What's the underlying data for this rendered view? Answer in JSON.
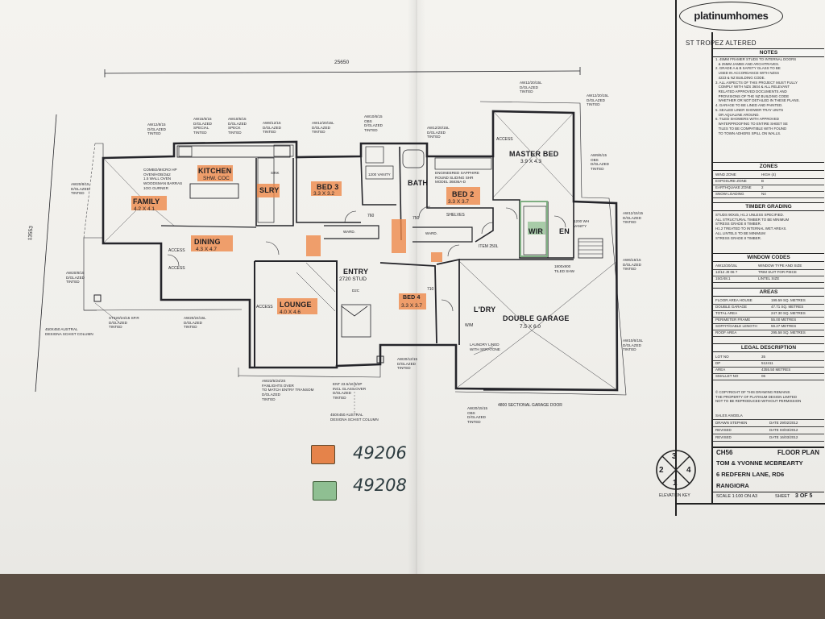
{
  "title_block": {
    "logo_text": "platinumhomes",
    "plan_name": "ST TROPEZ ALTERED",
    "notes_heading": "NOTES",
    "notes": "1. 45MM FRAMER STUDS TO INTERNAL DOORS\n   & 25MM JAMBS AND ARCHITRAVES.\n2. GRADE A & B SAFETY GLASS TO BE\n   USED IN ACCORDANCE WITH NZSS\n   4223 & NZ BUILDING CODE.\n3. ALL ASPECTS OF THIS PROJECT MUST FULLY\n   COMPLY WITH NZS 3604 & ALL RELEVANT\n   RELATED APPROVED DOCUMENTS AND\n   PROVISIONS OF THE NZ BUILDING CODE\n   WHETHER OR NOT DETAILED IN THESE PLANS.\n4. GARAGE TO BE LINED AND PAINTED.\n5. SEALED LINER SHOWER TRAY UNITS\n   OR AQUALINE AROUND.\n6. TILED SHOWERS WITH APPROVED\n   WATERPROOFING TO ENTIRE SHEET SE\n   TILES TO BE COMPATIBLE WITH FOUND\n   TO TOWN ADHERS SPILL ON WALLS.",
    "zones_heading": "ZONES",
    "zones": [
      {
        "label": "WIND ZONE",
        "value": "HIGH (4)"
      },
      {
        "label": "EXPOSURE ZONE",
        "value": "B"
      },
      {
        "label": "EARTHQUAKE ZONE",
        "value": "2"
      },
      {
        "label": "SNOW LOADING",
        "value": "N4"
      }
    ],
    "timber_heading": "TIMBER GRADING",
    "timber": "STUDS 90X45, H1.2 UNLESS SPECIFIED.\nALL STRUCTURAL TIMBER TO BE MINIMUM\nSTRESS GRADE 8 TIMBER.\nH1.2 TREATED TO INTERNAL WET AREAS.\nALL LINTELS TO BE MINIMUM\nSTRESS GRADE 8 TIMBER.",
    "window_heading": "WINDOW CODES",
    "window_codes": [
      {
        "code": "AW12/20/15L",
        "desc": "WINDOW TYPE AND SIZE"
      },
      {
        "code": "12/12 J0 06 ?",
        "desc": "TRIM SUIT FOR PIECE"
      },
      {
        "code": "15G/48.1",
        "desc": "LINTEL SIZE"
      }
    ],
    "areas_heading": "AREAS",
    "areas": [
      {
        "label": "FLOOR AREA HOUSE",
        "value": "199.59 SQ. METRES"
      },
      {
        "label": "DOUBLE GARAGE",
        "value": "47.71 SQ. METRES"
      },
      {
        "label": "TOTAL AREA",
        "value": "247.30 SQ. METRES"
      },
      {
        "label": "PERIMETER FRAME",
        "value": "55.00 METRES"
      },
      {
        "label": "SOFFIT/GABLE LENGTH",
        "value": "59.27 METRES"
      },
      {
        "label": "ROOF AREA",
        "value": "295.58 SQ. METRES"
      }
    ],
    "legal_heading": "LEGAL DESCRIPTION",
    "legal": [
      {
        "label": "LOT NO",
        "value": "35"
      },
      {
        "label": "DP",
        "value": "512411"
      },
      {
        "label": "AREA",
        "value": "4355.50 METRES"
      },
      {
        "label": "SMALLET NO",
        "value": "06"
      }
    ],
    "copyright": "© COPYRIGHT OF THIS DRAWING REMAINS\nTHE PROPERTY OF PLATINUM DESIGN LIMITED\nNOT TO BE REPRODUCED WITHOUT PERMISSION",
    "sales": "SALES ANGELA",
    "drawn": {
      "label": "DRAWN STEPHEN",
      "date": "DATE 29/02/2012"
    },
    "revised1": {
      "label": "REVISED",
      "date": "DATE 03/03/2012"
    },
    "revised2": {
      "label": "REVISED",
      "date": "DATE 16/03/2012"
    },
    "job_no": "CH56",
    "sheet_title": "FLOOR PLAN",
    "client": "TOM & YVONNE MCBREARTY",
    "address": "6 REDFERN LANE, RD6",
    "town": "RANGIORA",
    "scale": "SCALE 1:100 ON A3",
    "sheet_label": "SHEET",
    "sheet_no": "3 OF 5"
  },
  "plan": {
    "overall_dim": "25650",
    "side_dim": "13553",
    "rooms": [
      {
        "name": "FAMILY",
        "dim": "4.2 X 4.1"
      },
      {
        "name": "KITCHEN",
        "dim": "SHW. COC"
      },
      {
        "name": "SLRY",
        "dim": ""
      },
      {
        "name": "BED 3",
        "dim": "3.3 X 3.2"
      },
      {
        "name": "BATH",
        "dim": ""
      },
      {
        "name": "BED 2",
        "dim": "3.3 X 3.7"
      },
      {
        "name": "MASTER BED",
        "dim": "3.9 X 4.3"
      },
      {
        "name": "WIR",
        "dim": ""
      },
      {
        "name": "EN",
        "dim": ""
      },
      {
        "name": "DINING",
        "dim": "4.3 X 4.7"
      },
      {
        "name": "ENTRY",
        "dim": "2720 STUD"
      },
      {
        "name": "LOUNGE",
        "dim": "4.0 X 4.6"
      },
      {
        "name": "BED 4",
        "dim": "3.3 X 3.7"
      },
      {
        "name": "L'DRY",
        "dim": ""
      },
      {
        "name": "DOUBLE GARAGE",
        "dim": "7.5 X 6.0"
      }
    ],
    "labels": {
      "access": "ACCESS",
      "wm": "W/M",
      "vanity": "1200 VANITY",
      "shelves": "SHELVES",
      "wardrobe": "WARD.",
      "en_vanity": "1200 WH\nVANITY",
      "shower": "1800x900\nTILED SHW",
      "garage_door": "4800 SECTIONAL GARAGE DOOR",
      "laundry": "LAUNDRY LINED\nWITH SERATONE",
      "kitchen_notes": "COMBO/MICRO HP\nOVEN/HOB/2&2\n1.5 WALL OVEN\nWOODSMAN BARRAS\n1OG GURNER",
      "bath_notes": "ENGINEERED SAPPHIRE\nROUND SLIDING SHR\nMODEL 36836A-D",
      "slry_note": "SINK",
      "d_mark": "D2C",
      "item_750": "750",
      "item_710": "710",
      "item_760": "760",
      "item_250": "ITEM 250L",
      "post": "450X450 AUSTRAL\nDESIGNA SCHIST COLUMN",
      "post2": "450X450 AUSTRAL\nDESIGNA SCHIST COLUMN",
      "fanlight": "AW23/5/24/2S\nFANLIGHTS OVER\nTO MATCH ENTRY TRANSOM\nD/GLAZED\nTINTED",
      "ent": "ENT 23.5/16.8/2P\nINCL GLASS OVER\nD/GLAZED\nTINTED",
      "w_top1": "AW12/8/15\nD/GLAZED\nTINTED",
      "w_top2": "AW15/5/15\nD/GLAZED\nSPECIAL\nTINTED",
      "w_top3": "AW10/5/15\nD/GLAZED\nSPECK\nTINTED",
      "w_top4": "AW8/12/15\nD/GLAZED\nTINTED",
      "w_top5": "AW12/20/15L\nD/GLAZED\nTINTED",
      "w_top6": "AW10/6/15\nOBS\nD/GLAZED\nTINTED",
      "w_top7": "AW12/20/15L\nD/GLAZED\nTINTED",
      "w_top8": "AW12/20/15L\nD/GLAZED\nTINTED",
      "w_left": "AW20/8/15\nD/GLAZED\nTINTED",
      "w_left2": "AW20/8/15\nD/GLAZED\nTINTED",
      "w_bot1": "ST420/24/15 SP.R\nD/GLAZED\nTINTED",
      "w_bot2": "AW20/24/15L\nD/GLAZED\nTINTED",
      "w_bot3": "AW20/12/15\nD/GLAZED\nTINTED",
      "w_bot4": "AW20/15/15\nOBS\nD/GLAZED\nTINTED",
      "w_right1": "AW9/6/15\nOBS\nD/GLAZED\nTINTED",
      "w_right2": "AW12/15/15\nD/GLAZED\nTINTED",
      "w_right3": "AW6/15/15\nD/GLAZED\nTINTED",
      "w_right4": "AW10/6/15L\nD/GLAZED\nTINTED",
      "w_right5": "AW12/20/15L\nD/GLAZED\nTINTED"
    }
  },
  "legend": {
    "items": [
      {
        "code": "49206",
        "color": "#e5834a"
      },
      {
        "code": "49208",
        "color": "#8fbf92"
      }
    ]
  },
  "elevation_key": {
    "label": "ELEVATION KEY",
    "numbers": [
      "3",
      "4",
      "1",
      "2"
    ]
  },
  "colors": {
    "orange_highlight": "#ee8746",
    "green_highlight": "#8fbf92",
    "ink": "#1e1e22",
    "paper": "#f3f2ee",
    "table": "#5b4e43"
  }
}
